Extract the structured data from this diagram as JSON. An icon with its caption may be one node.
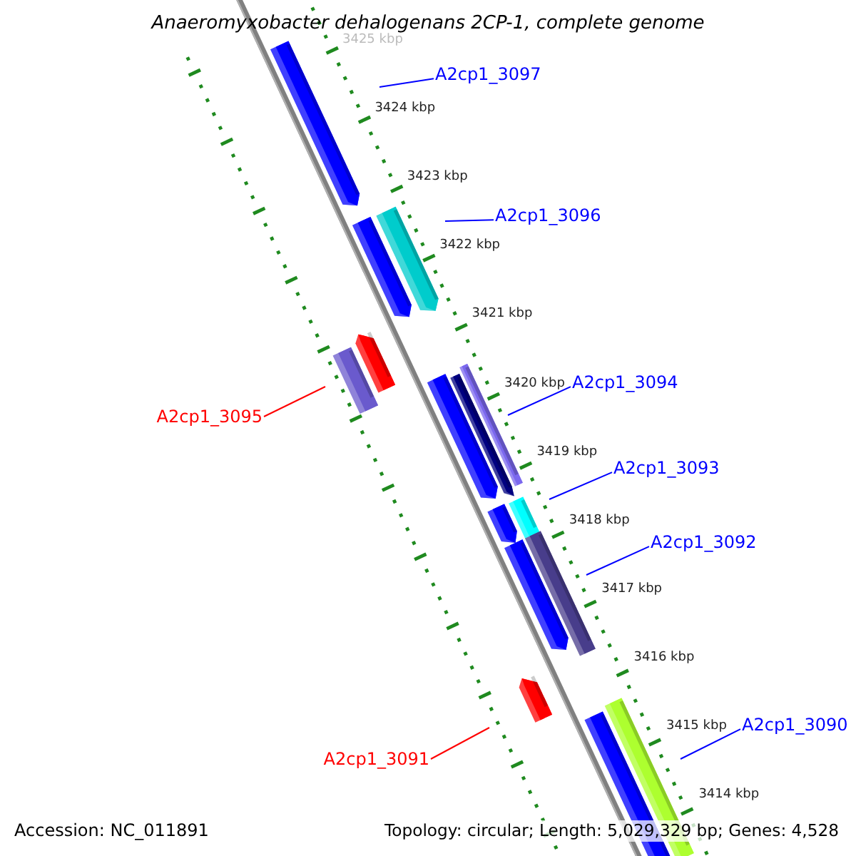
{
  "diagram": {
    "title": "Anaeromyxobacter dehalogenans 2CP-1, complete genome",
    "nodes": [
      {
        "text": [
          "A2cp1_3097"
        ]
      },
      {
        "text": [
          "A2cp1_3096"
        ]
      },
      {
        "text": [
          "A2cp1_3094"
        ]
      },
      {
        "text": [
          "A2cp1_3095"
        ]
      },
      {
        "text": [
          "A2cp1_3093"
        ]
      },
      {
        "text": [
          "A2cp1_3092"
        ]
      },
      {
        "text": [
          "A2cp1_3090"
        ]
      },
      {
        "text": [
          "A2cp1_3091"
        ]
      }
    ],
    "edges": [
      {
        "from": 0,
        "to": null,
        "arrow": "none"
      },
      {
        "from": 1,
        "to": null,
        "arrow": "none"
      },
      {
        "from": 2,
        "to": null,
        "arrow": "none"
      },
      {
        "from": 3,
        "to": null,
        "arrow": "none",
        "color": "#ff0000"
      },
      {
        "from": 4,
        "to": null,
        "arrow": "none"
      },
      {
        "from": 5,
        "to": null,
        "arrow": "none"
      },
      {
        "from": 6,
        "to": null,
        "arrow": "none"
      },
      {
        "from": 7,
        "to": null,
        "arrow": "none",
        "color": "#ff0000"
      }
    ],
    "labels": [
      "3425 kbp",
      "3424 kbp",
      "3423 kbp",
      "3422 kbp",
      "3421 kbp",
      "3420 kbp",
      "3419 kbp",
      "3418 kbp",
      "3417 kbp",
      "3416 kbp",
      "3415 kbp",
      "3414 kbp",
      "Accession: NC_011891",
      "Topology: circular; Length: 5,029,329 bp; Genes: 4,528"
    ]
  }
}
